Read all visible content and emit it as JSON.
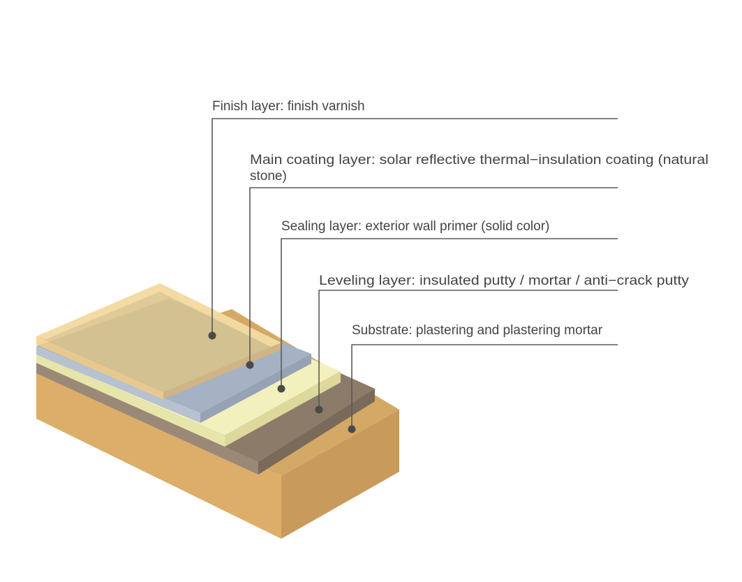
{
  "layers": [
    {
      "key": "finish",
      "label": "Finish layer: finish varnish",
      "label_line2": "",
      "color": "#dcc795"
    },
    {
      "key": "main-coating",
      "label": "Main coating layer: solar reflective thermal−insulation coating (natural",
      "label_line2": "stone)",
      "color": "#a5b3c4"
    },
    {
      "key": "sealing",
      "label": "Sealing layer: exterior wall primer (solid color)",
      "label_line2": "",
      "color": "#f2f0bd"
    },
    {
      "key": "leveling",
      "label": "Leveling layer: insulated putty / mortar / anti−crack putty",
      "label_line2": "",
      "color": "#8b7a68"
    },
    {
      "key": "substrate",
      "label": "Substrate: plastering and plastering mortar",
      "label_line2": "",
      "color": "#dcae6a"
    }
  ]
}
